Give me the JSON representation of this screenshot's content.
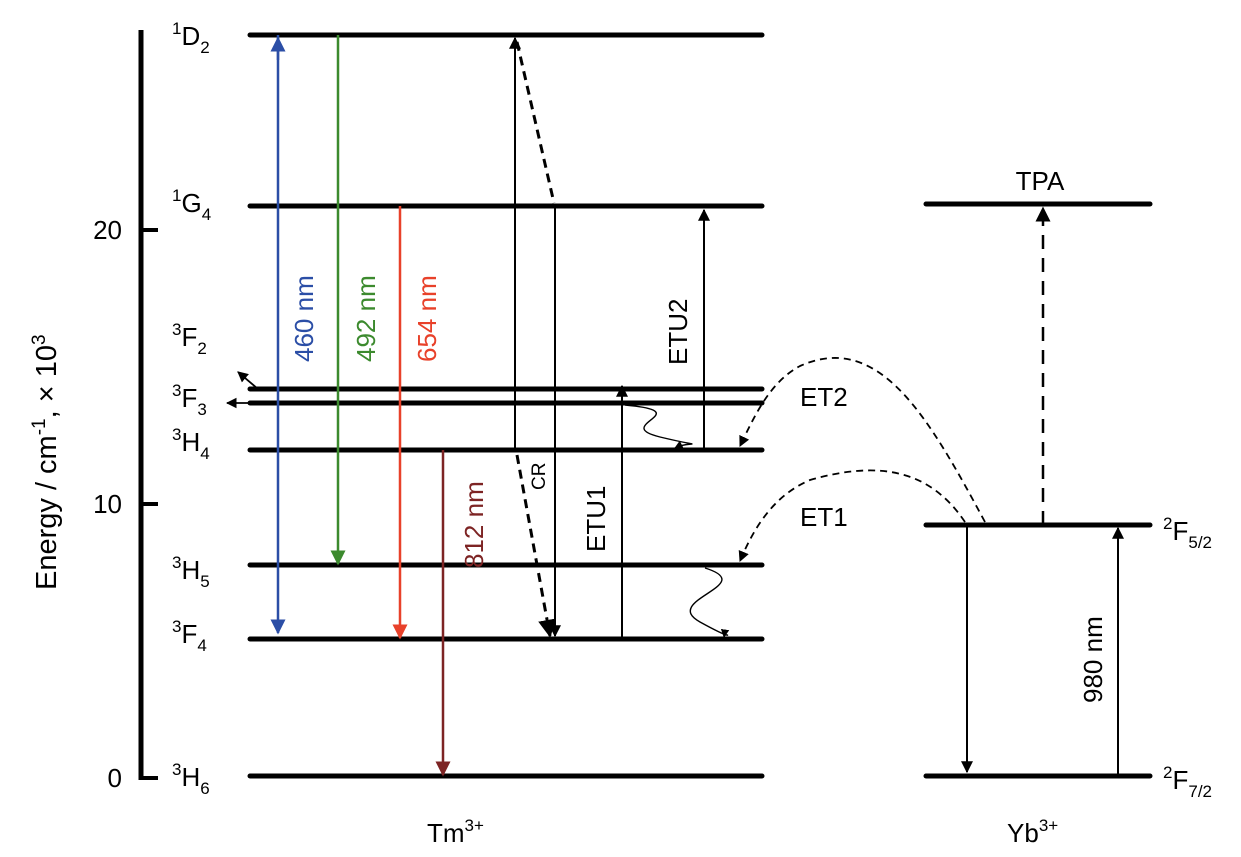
{
  "axis": {
    "label": "Energy / cm",
    "label_sup": "-1",
    "label_mid": ", × 10",
    "label_sup2": "3",
    "ticks": [
      "0",
      "10",
      "20"
    ]
  },
  "tm": {
    "ion": "Tm",
    "ion_sup": "3+",
    "levels": [
      {
        "sup": "1",
        "base": "D",
        "sub": "2"
      },
      {
        "sup": "1",
        "base": "G",
        "sub": "4"
      },
      {
        "sup": "3",
        "base": "F",
        "sub": "2"
      },
      {
        "sup": "3",
        "base": "F",
        "sub": "3"
      },
      {
        "sup": "3",
        "base": "H",
        "sub": "4"
      },
      {
        "sup": "3",
        "base": "H",
        "sub": "5"
      },
      {
        "sup": "3",
        "base": "F",
        "sub": "4"
      },
      {
        "sup": "3",
        "base": "H",
        "sub": "6"
      }
    ]
  },
  "yb": {
    "ion": "Yb",
    "ion_sup": "3+",
    "levels": [
      {
        "sup": "2",
        "base": "F",
        "sub": "5/2"
      },
      {
        "sup": "2",
        "base": "F",
        "sub": "7/2"
      }
    ],
    "tpa": "TPA",
    "pump": "980 nm"
  },
  "transitions": {
    "blue": "460 nm",
    "green": "492 nm",
    "red": "654 nm",
    "darkred": "812 nm",
    "cr": "CR",
    "etu1": "ETU1",
    "etu2": "ETU2",
    "et1": "ET1",
    "et2": "ET2"
  },
  "colors": {
    "blue": "#2b4ea6",
    "green": "#3c8a2e",
    "red": "#e8412a",
    "darkred": "#7d2424"
  }
}
